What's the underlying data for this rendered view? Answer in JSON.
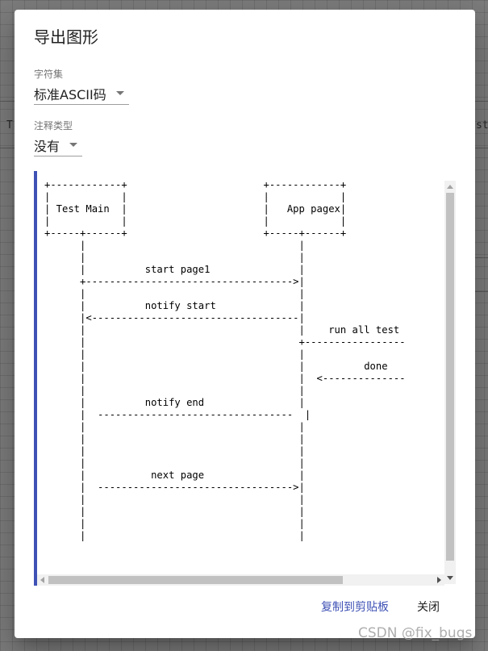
{
  "background": {
    "left_fragment": "T",
    "right_fragment": "st"
  },
  "dialog": {
    "title": "导出图形",
    "charset": {
      "label": "字符集",
      "value": "标准ASCII码"
    },
    "annotation": {
      "label": "注释类型",
      "value": "没有"
    },
    "ascii_diagram": "+------------+                       +------------+\n|            |                       |            |\n| Test Main  |                       |   App pagex|\n|            |                       |            |\n+-----+------+                       +-----+------+\n      |                                    |\n      |                                    |\n      |          start page1               |\n      +----------------------------------->|\n      |                                    |\n      |          notify start              |\n      |<-----------------------------------|\n      |                                    |    run all test\n      |                                    +-----------------\n      |                                    |\n      |                                    |          done\n      |                                    |  <--------------\n      |                                    |\n      |          notify end                |\n      |  ---------------------------------  |\n      |                                    |\n      |                                    |\n      |                                    |\n      |                                    |\n      |           next page                |\n      |  --------------------------------->|\n      |                                    |\n      |                                    |\n      |                                    |\n      |                                    |",
    "actions": {
      "copy": "复制到剪贴板",
      "close": "关闭"
    }
  },
  "watermark": "CSDN @fix_bugs"
}
